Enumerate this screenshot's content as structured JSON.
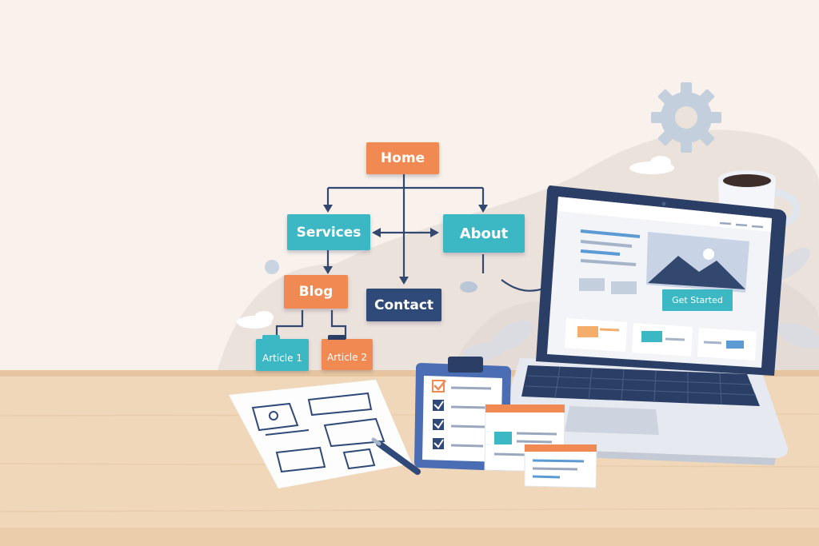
{
  "sitemap": {
    "home": "Home",
    "services": "Services",
    "about": "About",
    "blog": "Blog",
    "contact": "Contact",
    "article_1": "Article 1",
    "article_2": "Article 2"
  },
  "laptop_screen": {
    "cta_label": "Get Started"
  },
  "icons": [
    "gear-icon",
    "coffee-mug-icon",
    "cloud-icon",
    "clipboard-checklist-icon",
    "pen-icon",
    "wireframe-sheet-icon"
  ],
  "colors": {
    "orange": "#f08a52",
    "teal": "#3cb8c4",
    "navy": "#2f4a78",
    "desk": "#f0d6b8",
    "background": "#f8f1ec"
  }
}
